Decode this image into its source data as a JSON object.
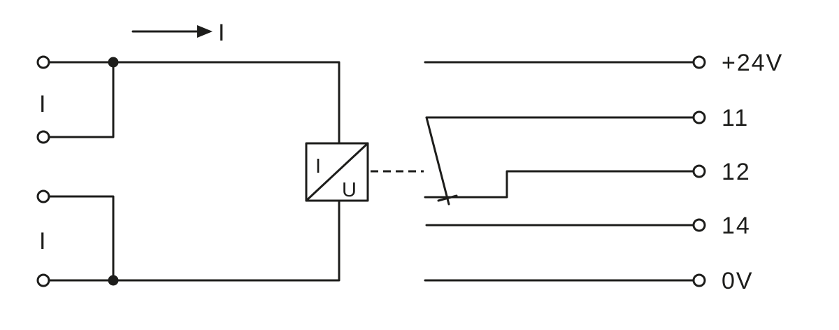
{
  "diagram": {
    "stroke_color": "#1d1d1b",
    "current_arrow": {
      "label": "I"
    },
    "inputs": [
      {
        "label": "I"
      },
      {
        "label": "I"
      }
    ],
    "converter": {
      "top_label": "I",
      "bottom_label": "U"
    },
    "outputs": [
      {
        "label": "+24V"
      },
      {
        "label": "11"
      },
      {
        "label": "12"
      },
      {
        "label": "14"
      },
      {
        "label": "0V"
      }
    ]
  }
}
